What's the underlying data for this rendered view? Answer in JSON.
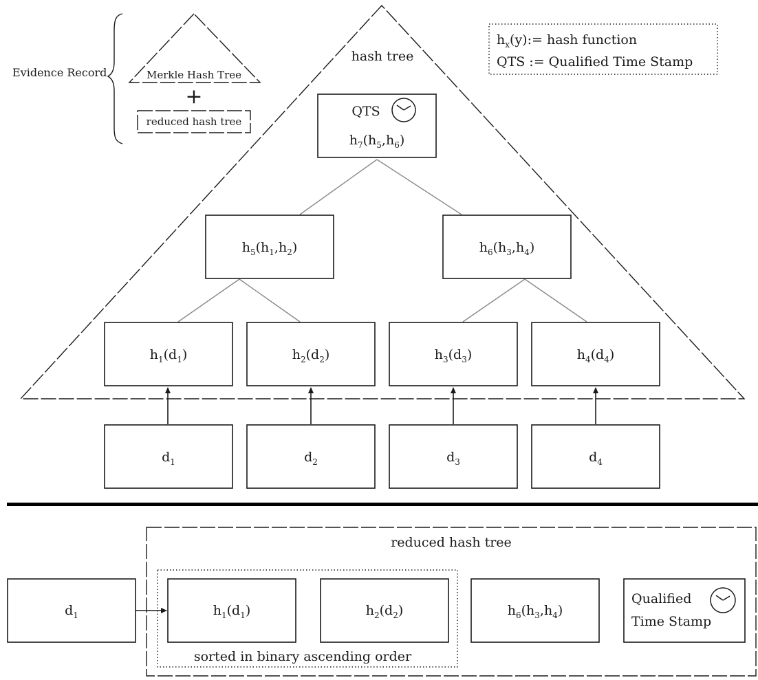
{
  "legend": {
    "hash_def": {
      "base": "h",
      "sub": "x",
      "rest": "(y):= hash function"
    },
    "qts_def": "QTS := Qualified Time Stamp"
  },
  "evidence_record": {
    "label": "Evidence Record",
    "merkle_label": "Merkle Hash Tree",
    "plus": "+",
    "reduced_label": "reduced hash tree"
  },
  "tree": {
    "title": "hash tree",
    "root": {
      "qts_label": "QTS",
      "hash": [
        [
          "h",
          ""
        ],
        [
          "7",
          "sub"
        ],
        [
          "(h",
          ""
        ],
        [
          "5",
          "sub"
        ],
        [
          ",h",
          ""
        ],
        [
          "6",
          "sub"
        ],
        [
          ")",
          ""
        ]
      ]
    },
    "level2": [
      [
        [
          "h",
          ""
        ],
        [
          "5",
          "sub"
        ],
        [
          "(h",
          ""
        ],
        [
          "1",
          "sub"
        ],
        [
          ",h",
          ""
        ],
        [
          "2",
          "sub"
        ],
        [
          ")",
          ""
        ]
      ],
      [
        [
          "h",
          ""
        ],
        [
          "6",
          "sub"
        ],
        [
          "(h",
          ""
        ],
        [
          "3",
          "sub"
        ],
        [
          ",h",
          ""
        ],
        [
          "4",
          "sub"
        ],
        [
          ")",
          ""
        ]
      ]
    ],
    "leaves": [
      [
        [
          "h",
          ""
        ],
        [
          "1",
          "sub"
        ],
        [
          "(d",
          ""
        ],
        [
          "1",
          "sub"
        ],
        [
          ")",
          ""
        ]
      ],
      [
        [
          "h",
          ""
        ],
        [
          "2",
          "sub"
        ],
        [
          "(d",
          ""
        ],
        [
          "2",
          "sub"
        ],
        [
          ")",
          ""
        ]
      ],
      [
        [
          "h",
          ""
        ],
        [
          "3",
          "sub"
        ],
        [
          "(d",
          ""
        ],
        [
          "3",
          "sub"
        ],
        [
          ")",
          ""
        ]
      ],
      [
        [
          "h",
          ""
        ],
        [
          "4",
          "sub"
        ],
        [
          "(d",
          ""
        ],
        [
          "4",
          "sub"
        ],
        [
          ")",
          ""
        ]
      ]
    ],
    "documents": [
      [
        [
          "d",
          ""
        ],
        [
          "1",
          "sub"
        ]
      ],
      [
        [
          "d",
          ""
        ],
        [
          "2",
          "sub"
        ]
      ],
      [
        [
          "d",
          ""
        ],
        [
          "3",
          "sub"
        ]
      ],
      [
        [
          "d",
          ""
        ],
        [
          "4",
          "sub"
        ]
      ]
    ]
  },
  "reduced": {
    "title": "reduced hash tree",
    "input_doc": [
      [
        "d",
        ""
      ],
      [
        "1",
        "sub"
      ]
    ],
    "items": [
      [
        [
          "h",
          ""
        ],
        [
          "1",
          "sub"
        ],
        [
          "(d",
          ""
        ],
        [
          "1",
          "sub"
        ],
        [
          ")",
          ""
        ]
      ],
      [
        [
          "h",
          ""
        ],
        [
          "2",
          "sub"
        ],
        [
          "(d",
          ""
        ],
        [
          "2",
          "sub"
        ],
        [
          ")",
          ""
        ]
      ],
      [
        [
          "h",
          ""
        ],
        [
          "6",
          "sub"
        ],
        [
          "(h",
          ""
        ],
        [
          "3",
          "sub"
        ],
        [
          ",h",
          ""
        ],
        [
          "4",
          "sub"
        ],
        [
          ")",
          ""
        ]
      ]
    ],
    "sorted_note": "sorted in binary ascending order",
    "qts_line1": "Qualified",
    "qts_line2": "Time Stamp"
  }
}
